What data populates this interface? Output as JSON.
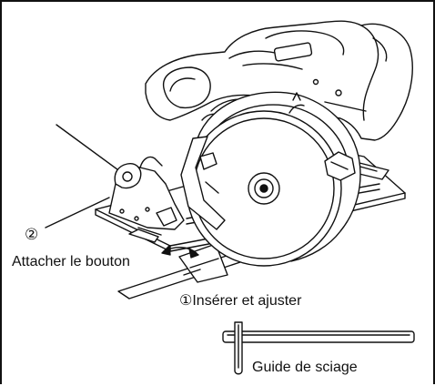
{
  "labels": {
    "callout_2": "②",
    "attach_button": "Attacher le bouton",
    "insert_adjust": "①Insérer et ajuster",
    "saw_guide": "Guide de sciage"
  }
}
